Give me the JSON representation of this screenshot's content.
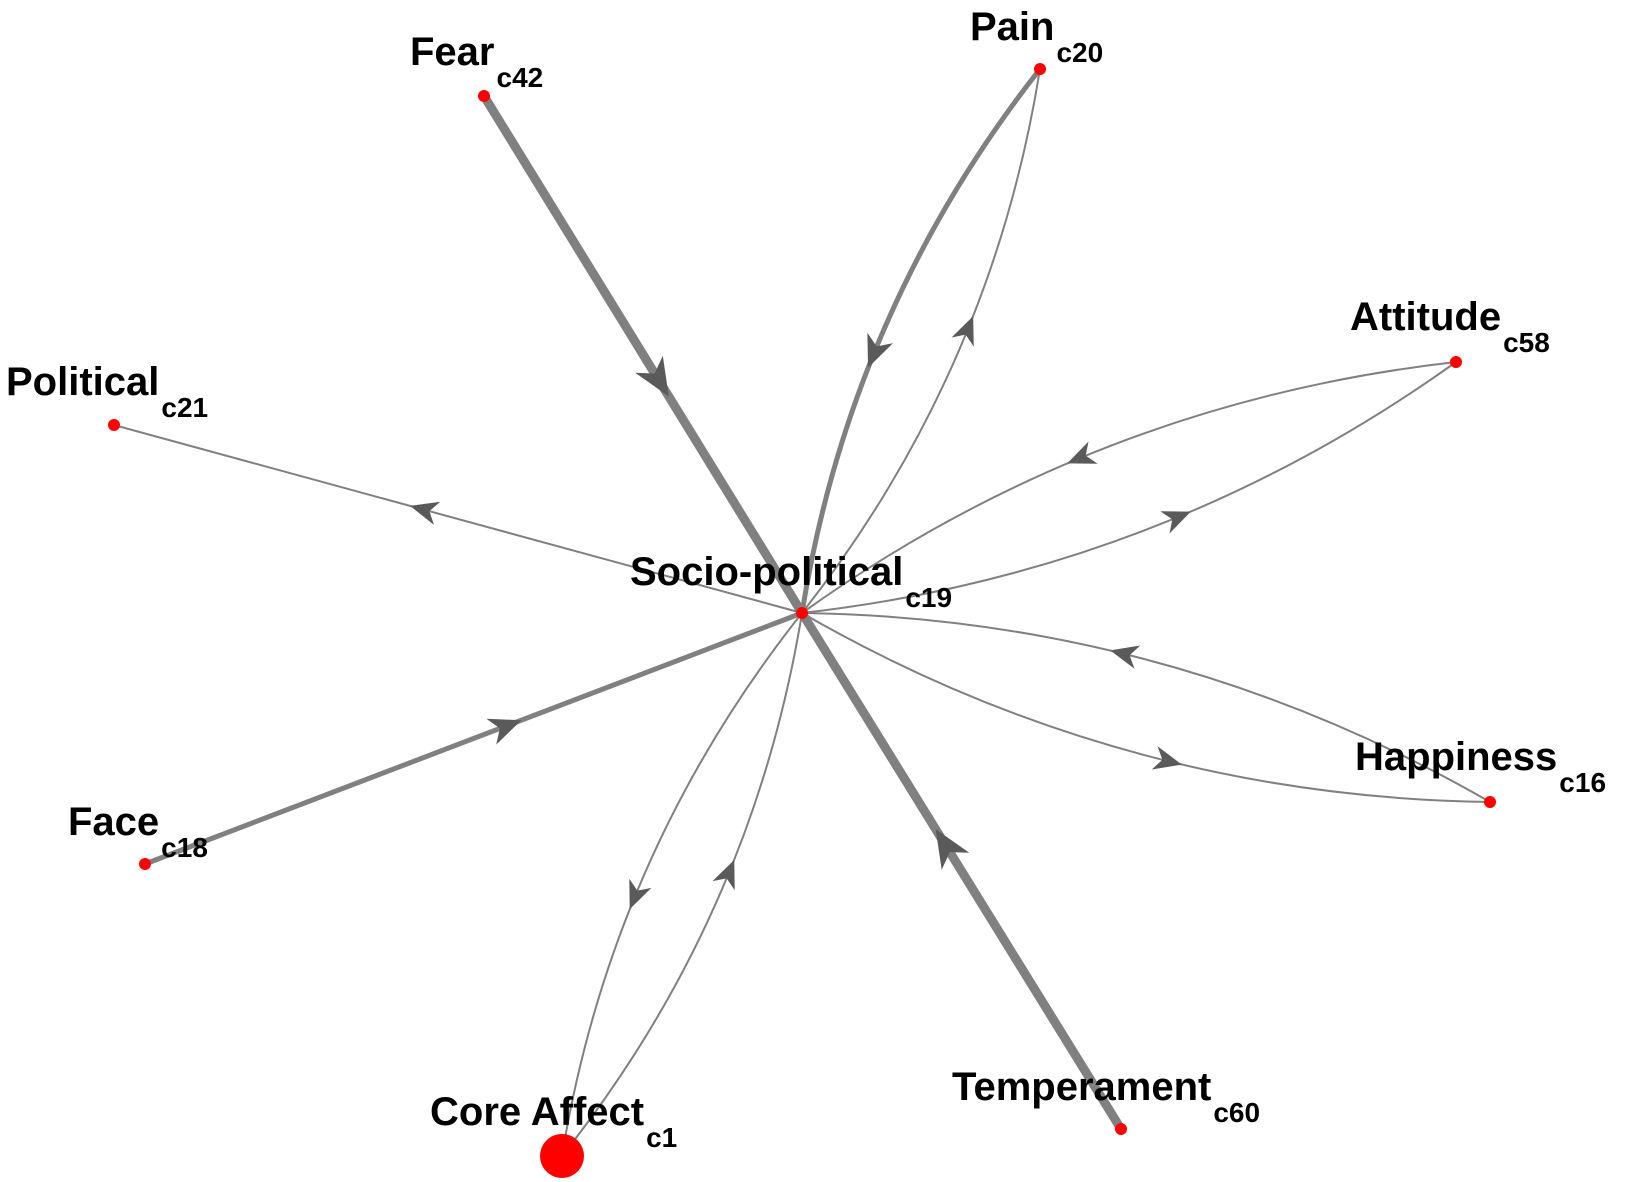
{
  "colors": {
    "node": "#ff0000",
    "edge": "#808080",
    "arrow": "#5a5a5a",
    "label": "#000000"
  },
  "nodes": [
    {
      "id": "c19",
      "name": "Socio-political",
      "code": "c19"
    },
    {
      "id": "c42",
      "name": "Fear",
      "code": "c42"
    },
    {
      "id": "c20",
      "name": "Pain",
      "code": "c20"
    },
    {
      "id": "c58",
      "name": "Attitude",
      "code": "c58"
    },
    {
      "id": "c21",
      "name": "Political",
      "code": "c21"
    },
    {
      "id": "c16",
      "name": "Happiness",
      "code": "c16"
    },
    {
      "id": "c18",
      "name": "Face",
      "code": "c18"
    },
    {
      "id": "c60",
      "name": "Temperament",
      "code": "c60"
    },
    {
      "id": "c1",
      "name": "Core Affect",
      "code": "c1"
    }
  ],
  "edges": [
    {
      "from": "c42",
      "to": "c19",
      "weight": 3
    },
    {
      "from": "c20",
      "to": "c19",
      "weight": 2
    },
    {
      "from": "c19",
      "to": "c20",
      "weight": 1
    },
    {
      "from": "c58",
      "to": "c19",
      "weight": 1
    },
    {
      "from": "c19",
      "to": "c58",
      "weight": 1
    },
    {
      "from": "c19",
      "to": "c21",
      "weight": 1
    },
    {
      "from": "c16",
      "to": "c19",
      "weight": 1
    },
    {
      "from": "c19",
      "to": "c16",
      "weight": 1
    },
    {
      "from": "c18",
      "to": "c19",
      "weight": 2
    },
    {
      "from": "c60",
      "to": "c19",
      "weight": 3
    },
    {
      "from": "c19",
      "to": "c1",
      "weight": 1
    },
    {
      "from": "c1",
      "to": "c19",
      "weight": 1
    }
  ]
}
